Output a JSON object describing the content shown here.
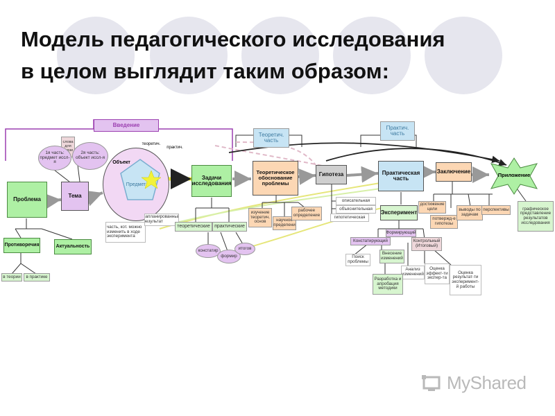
{
  "slide": {
    "title_line1": "Модель педагогического исследования",
    "title_line2": "в целом выглядит таким образом:"
  },
  "diagram": {
    "vvedenie": "Введение",
    "teoretich_chast": "Теоретич. часть",
    "praktich_chast": "Практич. часть",
    "problema": "Проблема",
    "tema": "Тема",
    "protivorechiya": "Противоречия",
    "aktualnost": "Актуальность",
    "v_teorii": "в теории",
    "v_praktike": "в практике",
    "slova_dlya_svyazi": "слова для связи",
    "part1": "1я часть: предмет иссл-я",
    "part2": "2я часть: объект иссл-я",
    "obekt": "Объект",
    "predmet": "Предмет",
    "teoretich_label": "теоретич.",
    "praktich_label": "практич.",
    "obekt_note": "часть, кот. можно изменить в ходе эксперимента",
    "zaplan": "запланированный результат",
    "zadachi": "Задачи исследования",
    "teoreticheskie": "теоретические",
    "prakticheskie": "практические",
    "konstatir": "констатир",
    "formir": "формир",
    "itogov": "итогов",
    "teor_obosnovanie": "Теоретическое обоснование проблемы",
    "izuchenie": "изучение теоретич. основ",
    "nauchnoe": "научное определение",
    "rabochee": "рабочее определение",
    "gipoteza": "Гипотеза",
    "opisatelnaya": "описательная",
    "obyasnitelnaya": "объяснительная",
    "gipoteticheskaya": "гипотетическая",
    "prakticheskaya": "Практическая часть",
    "eksperiment": "Эксперимент",
    "konstatiruyuschiy": "Констатирующий",
    "formiruyuschiy": "Формирующий",
    "kontrolnyy": "Контрольный (Итоговый)",
    "poisk": "Поиск проблемы",
    "vnesenie": "Внесение изменений",
    "analiz": "Анализ изменений",
    "ocenka_effekt": "Оценка эффект-ти экспер-та",
    "ocenka_rezult": "Оценка результат-ти эксперимент-й работы",
    "razrabotka": "Разработка и апробация методики",
    "zaklyuchenie": "Заключение",
    "dostizhenie": "достижение цели",
    "podtverzhd": "потвержд-е гипотезы",
    "vyvody": "выводы по задачам",
    "perspektivy": "перспективы",
    "prilozhenie": "Приложение",
    "graficheskoe": "графическое представление результатов исследования"
  },
  "watermark": {
    "text": "MyShared",
    "icon": "myshared-logo-icon"
  },
  "colors": {
    "green": "#aef0a4",
    "light_green": "#d7f5cf",
    "blue": "#c7e4f4",
    "violet": "#e3c3f0",
    "orange": "#fcd7b4",
    "pink_gray": "#eed7da",
    "purple_line": "#9b3fb0",
    "yellow": "#f2f23a"
  }
}
